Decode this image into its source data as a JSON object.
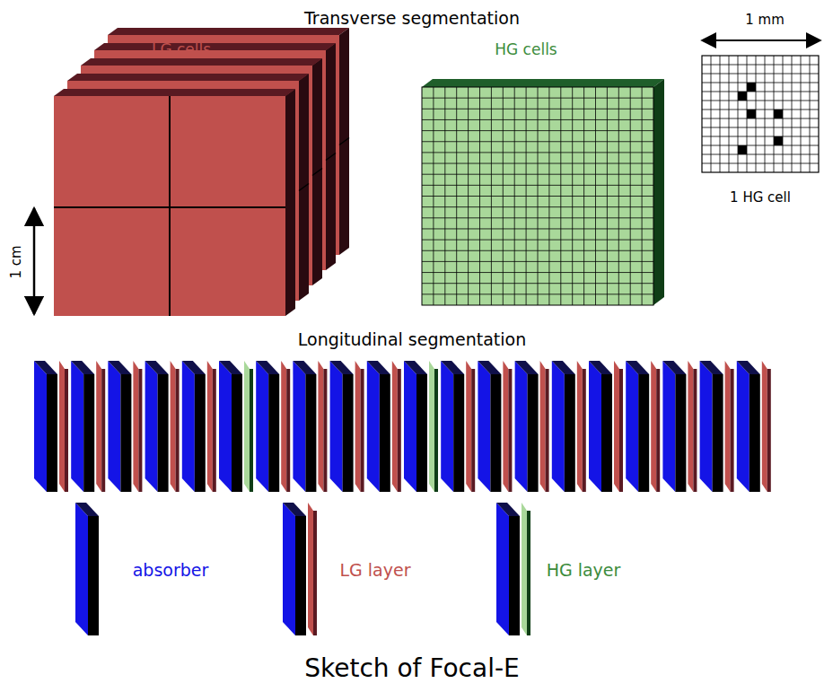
{
  "diagram": {
    "title": "Transverse segmentation",
    "caption": "Sketch of Focal-E",
    "labels": [
      "LG cells",
      "HG cells",
      "1 mm",
      "1 HG cell",
      "1 cm",
      "Longitudinal segmentation"
    ],
    "legend": [
      {
        "text": "absorber"
      },
      {
        "text": "LG layer"
      },
      {
        "text": "HG layer"
      }
    ]
  }
}
